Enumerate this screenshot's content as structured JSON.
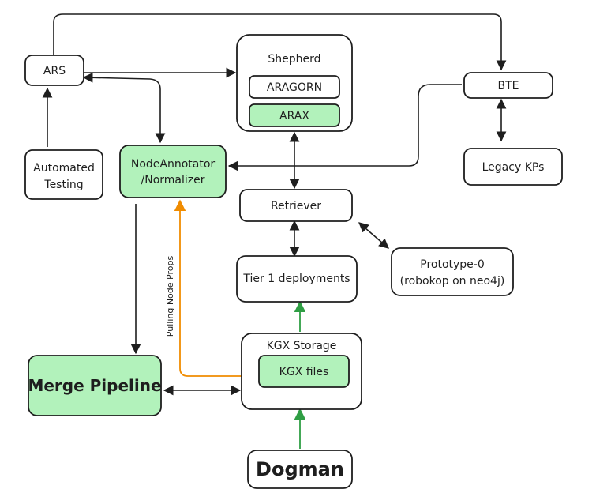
{
  "nodes": {
    "ars": "ARS",
    "shepherd": "Shepherd",
    "aragorn": "ARAGORN",
    "arax": "ARAX",
    "bte": "BTE",
    "automated_testing": [
      "Automated",
      "Testing"
    ],
    "node_annotator": [
      "NodeAnnotator",
      "/Normalizer"
    ],
    "legacy_kps": "Legacy KPs",
    "retriever": "Retriever",
    "tier1": "Tier 1 deployments",
    "prototype": [
      "Prototype-0",
      "(robokop on neo4j)"
    ],
    "kgx_storage": "KGX Storage",
    "kgx_files": "KGX files",
    "merge_pipeline": "Merge Pipeline",
    "dogman": "Dogman"
  },
  "edge_labels": {
    "pulling_node_props": "Pulling Node Props"
  },
  "colors": {
    "stroke": "#1e1e1e",
    "green_fill": "#b2f2bb",
    "green_arrow": "#2f9e44",
    "orange_arrow": "#f08c00"
  }
}
